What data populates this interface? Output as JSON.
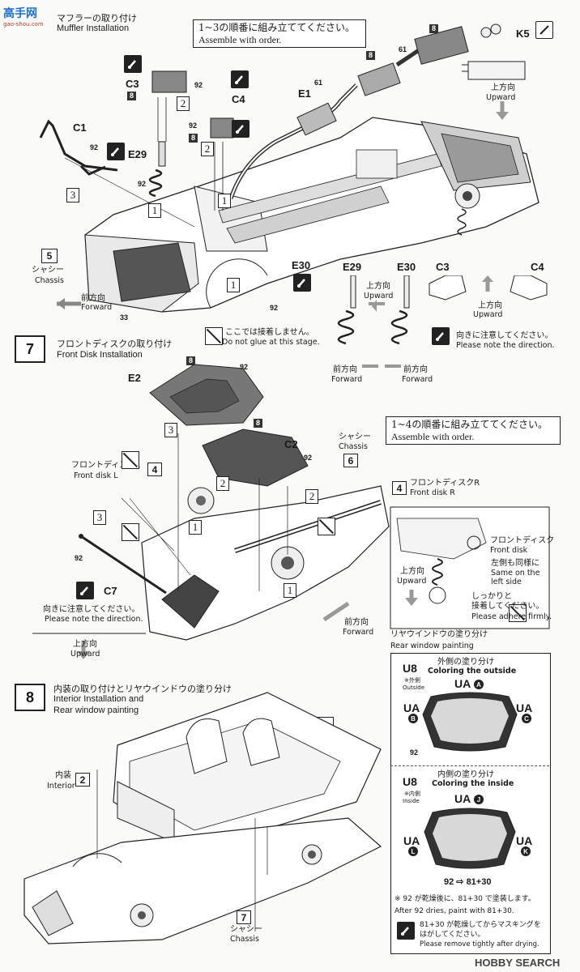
{
  "watermark": {
    "top_left_logo": "高手网",
    "top_left_url": "gao-shou.com",
    "bottom_right": "HOBBY SEARCH"
  },
  "step6": {
    "title_jp": "マフラーの取り付け",
    "title_en": "Muffler Installation",
    "note_jp": "1~3の順番に組み立ててください。",
    "note_en": "Assemble with order.",
    "parts": [
      "C1",
      "C3",
      "C4",
      "E1",
      "E29",
      "E30",
      "K5"
    ],
    "numbers": [
      "8",
      "61",
      "92",
      "33"
    ],
    "seq": [
      "1",
      "2",
      "3"
    ],
    "chassis_num": "5",
    "chassis_jp": "シャシー",
    "chassis_en": "Chassis",
    "forward_jp": "前方向",
    "forward_en": "Forward",
    "upward_jp": "上方向",
    "upward_en": "Upward",
    "noglue_jp": "ここでは接着しません。",
    "noglue_en": "Do not glue at this stage.",
    "direction_jp": "向きに注意してください。",
    "direction_en": "Please note the direction."
  },
  "step7": {
    "num": "7",
    "title_jp": "フロントディスクの取り付け",
    "title_en": "Front Disk Installation",
    "note_jp": "1~4の順番に組み立ててください。",
    "note_en": "Assemble with order.",
    "parts": [
      "E2",
      "C2",
      "C7"
    ],
    "disk_l_jp": "フロントディスクL",
    "disk_l_en": "Front disk L",
    "disk_r_jp": "フロントディスクR",
    "disk_r_en": "Front disk R",
    "disk_box": "4",
    "chassis_box": "6",
    "chassis_jp": "シャシー",
    "chassis_en": "Chassis",
    "inset_disk_jp": "フロントディスク",
    "inset_disk_en": "Front disk",
    "inset_left_jp": "左側も同様に",
    "inset_left_en_1": "Same on the",
    "inset_left_en_2": "left side",
    "inset_adhere_jp_1": "しっかりと",
    "inset_adhere_jp_2": "接着してください。",
    "inset_adhere_en": "Please adhere firmly.",
    "direction_jp": "向きに注意してください。",
    "direction_en": "Please note the direction.",
    "upward_jp": "上方向",
    "upward_en": "Upward",
    "forward_jp": "前方向",
    "forward_en": "Forward"
  },
  "step8": {
    "num": "8",
    "title_jp": "内装の取り付けとリヤウインドウの塗り分け",
    "title_en_1": "Interior Installation and",
    "title_en_2": "Rear window painting",
    "interior_num": "2",
    "interior_jp": "内装",
    "interior_en": "Interior",
    "chassis_num": "7",
    "chassis_jp": "シャシー",
    "chassis_en": "Chassis",
    "rear_title_jp": "リヤウインドウの塗り分け",
    "rear_title_en": "Rear window painting",
    "outside_jp": "外側の塗り分け",
    "outside_en": "Coloring the outside",
    "inside_jp": "内側の塗り分け",
    "inside_en": "Coloring the inside",
    "u8": "U8",
    "outside_tag_jp": "※外側",
    "outside_tag_en": "Outside",
    "inside_tag_jp": "※内側",
    "inside_tag_en": "Inside",
    "ua": "UA",
    "letters_out": [
      "A",
      "B",
      "C"
    ],
    "letters_in": [
      "J",
      "L",
      "K"
    ],
    "paint_seq": "92 ⇨ 81+30",
    "dry_note_jp": "※ 92 が乾燥後に、81+30 で塗装します。",
    "dry_note_en": "After 92 dries, paint with 81+30.",
    "mask_note_jp_1": "81+30 が乾燥してからマスキングを",
    "mask_note_jp_2": "はがしてください。",
    "mask_note_en": "Please remove tightly after drying."
  }
}
